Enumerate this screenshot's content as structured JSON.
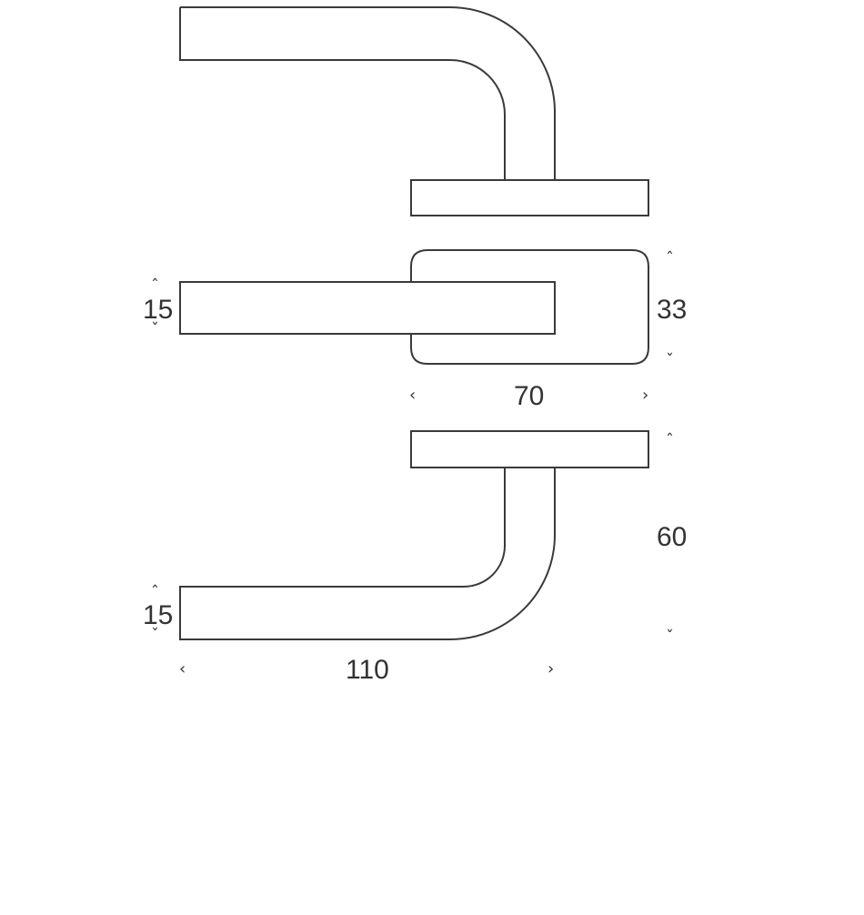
{
  "drawing": {
    "subject": "door lever handle technical drawing",
    "views": [
      "side-view-top",
      "front-view",
      "side-view-bottom"
    ],
    "colors": {
      "line": "#3a3a3a",
      "text": "#333333",
      "background": "#ffffff"
    }
  },
  "dimensions": {
    "lever_thickness_front": "15",
    "rose_height": "33",
    "rose_width": "70",
    "projection": "60",
    "lever_thickness_side": "15",
    "lever_length": "110"
  },
  "arrows": {
    "up": "ˆ",
    "down": "ˇ",
    "left": "‹",
    "right": "›"
  }
}
